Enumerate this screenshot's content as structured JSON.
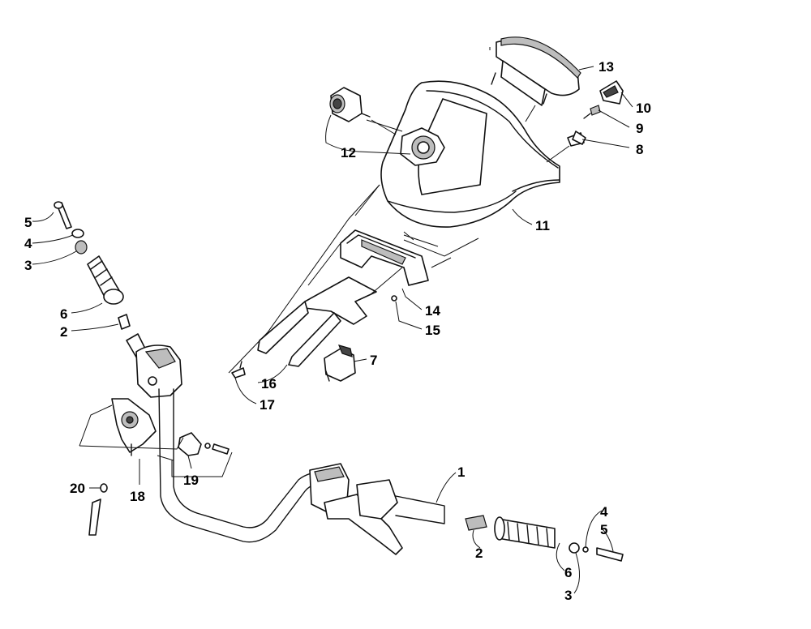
{
  "callouts": [
    {
      "id": "c13",
      "label": "13"
    },
    {
      "id": "c10",
      "label": "10"
    },
    {
      "id": "c9",
      "label": "9"
    },
    {
      "id": "c8",
      "label": "8"
    },
    {
      "id": "c12",
      "label": "12"
    },
    {
      "id": "c11",
      "label": "11"
    },
    {
      "id": "c5a",
      "label": "5"
    },
    {
      "id": "c4a",
      "label": "4"
    },
    {
      "id": "c3a",
      "label": "3"
    },
    {
      "id": "c6a",
      "label": "6"
    },
    {
      "id": "c2a",
      "label": "2"
    },
    {
      "id": "c14",
      "label": "14"
    },
    {
      "id": "c15",
      "label": "15"
    },
    {
      "id": "c7",
      "label": "7"
    },
    {
      "id": "c16",
      "label": "16"
    },
    {
      "id": "c17",
      "label": "17"
    },
    {
      "id": "c19",
      "label": "19"
    },
    {
      "id": "c18",
      "label": "18"
    },
    {
      "id": "c20",
      "label": "20"
    },
    {
      "id": "c1",
      "label": "1"
    },
    {
      "id": "c2b",
      "label": "2"
    },
    {
      "id": "c4b",
      "label": "4"
    },
    {
      "id": "c5b",
      "label": "5"
    },
    {
      "id": "c6b",
      "label": "6"
    },
    {
      "id": "c3b",
      "label": "3"
    }
  ]
}
